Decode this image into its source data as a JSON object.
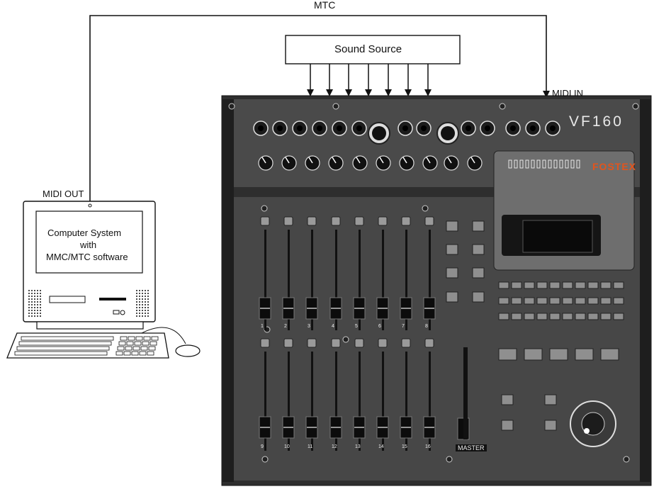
{
  "labels": {
    "mtc": "MTC",
    "sound_source": "Sound Source",
    "midi_in": "MIDI IN",
    "midi_out": "MIDI OUT",
    "computer_line1": "Computer System",
    "computer_line2": "with",
    "computer_line3": "MMC/MTC software"
  },
  "mixer": {
    "model": "VF160",
    "brand": "FOSTEX",
    "master_label": "MASTER",
    "channels_top": [
      "1",
      "2",
      "3",
      "4",
      "5",
      "6",
      "7",
      "8"
    ],
    "channels_bottom": [
      "9",
      "10",
      "11",
      "12",
      "13",
      "14",
      "15",
      "16"
    ]
  },
  "colors": {
    "panel": "#4a4a4a",
    "panel_dark": "#2e2e2e",
    "line": "#111111",
    "brand": "#e2541c"
  }
}
